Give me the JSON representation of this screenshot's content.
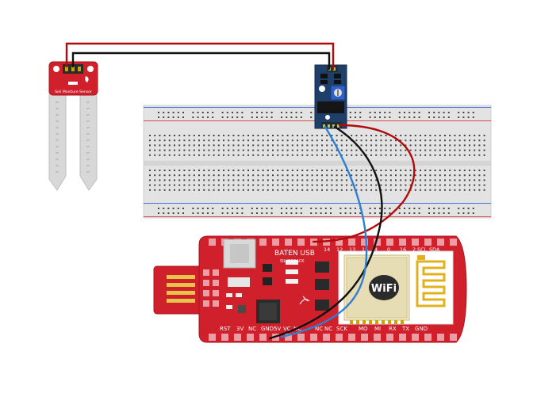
{
  "sensor": {
    "label": "Soil Moisture Sensor"
  },
  "board": {
    "title": "BATEN USB",
    "subtitle": "SILVERBACK",
    "module_logo": "WiFi",
    "top_pins": [
      "14",
      "12",
      "13",
      "15",
      "4",
      "0",
      "16",
      "2",
      "SCL",
      "SDA"
    ],
    "bottom_pins": [
      "RST",
      "3V",
      "NC",
      "GND",
      "5V",
      "VC",
      "NC",
      "NC",
      "NC",
      "SCK",
      "MO",
      "MI",
      "RX",
      "TX",
      "GND"
    ]
  },
  "colors": {
    "board_red": "#d0202c",
    "breadboard": "#e6e6e6",
    "wire_red": "#b00b0b",
    "wire_black": "#111111",
    "wire_blue": "#2f7fd2",
    "module_blue": "#1f3f6b"
  }
}
